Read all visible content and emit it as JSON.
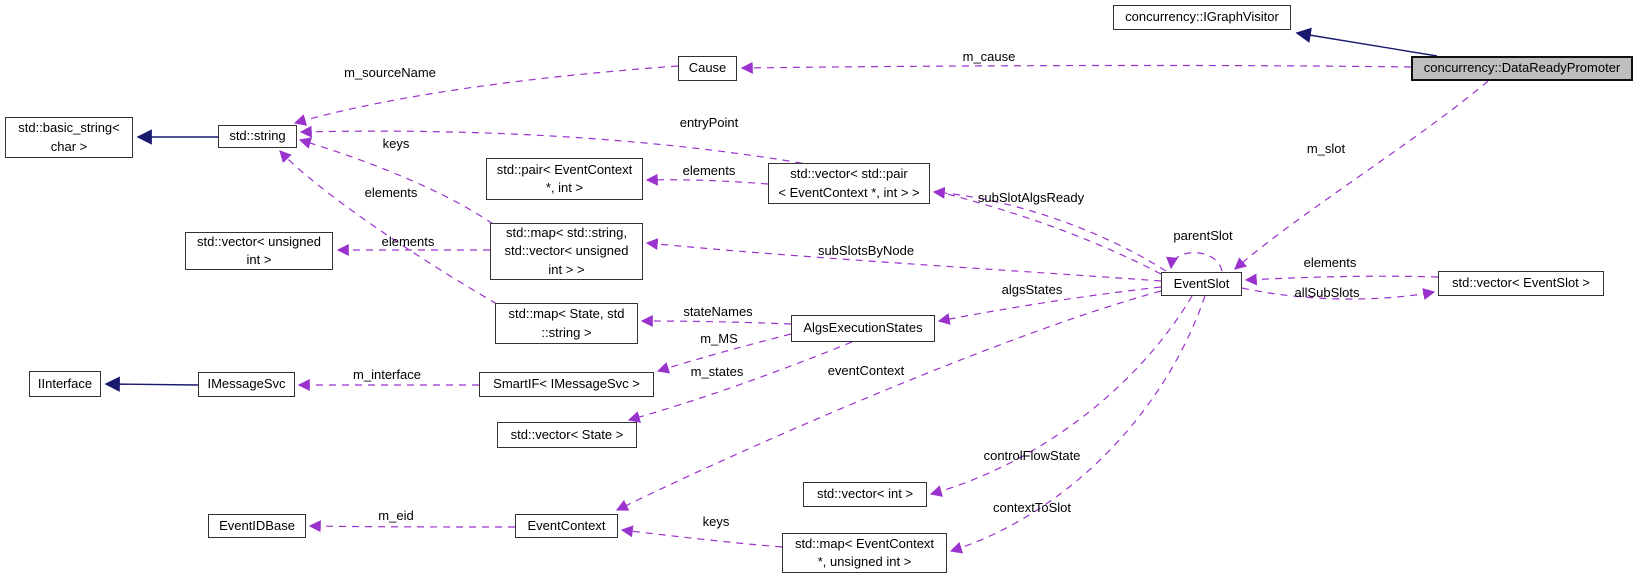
{
  "diagram": {
    "kind": "doxygen-collaboration-graph",
    "main_class": "concurrency::DataReadyPromoter",
    "colors": {
      "usage_edge": "#9a32cd",
      "inheritance_edge": "#191970",
      "node_border": "#323232",
      "node_fill": "#ffffff",
      "main_node_fill": "#bfbfbf",
      "background": "#ffffff"
    }
  },
  "nodes": [
    {
      "id": "std_basic_string",
      "label": "std::basic_string<\nchar >"
    },
    {
      "id": "std_string",
      "label": "std::string"
    },
    {
      "id": "cause",
      "label": "Cause"
    },
    {
      "id": "igraphvisitor",
      "label": "concurrency::IGraphVisitor"
    },
    {
      "id": "datareadypromoter",
      "label": "concurrency::DataReadyPromoter",
      "main": true
    },
    {
      "id": "std_pair_eventcontext_int",
      "label": "std::pair< EventContext\n*, int >"
    },
    {
      "id": "vector_pair_eventcontext_int",
      "label": "std::vector< std::pair\n< EventContext *, int > >"
    },
    {
      "id": "map_string_vector_unsigned",
      "label": "std::map< std::string,\nstd::vector< unsigned\nint > >"
    },
    {
      "id": "vector_unsigned_int",
      "label": "std::vector< unsigned\nint >"
    },
    {
      "id": "map_state_string",
      "label": "std::map< State, std\n::string >"
    },
    {
      "id": "algsexecutionstates",
      "label": "AlgsExecutionStates"
    },
    {
      "id": "iinterface",
      "label": "IInterface"
    },
    {
      "id": "imessagesvc",
      "label": "IMessageSvc"
    },
    {
      "id": "smartif_imessagesvc",
      "label": "SmartIF< IMessageSvc >"
    },
    {
      "id": "vector_state",
      "label": "std::vector< State >"
    },
    {
      "id": "eventslot",
      "label": "EventSlot"
    },
    {
      "id": "vector_eventslot",
      "label": "std::vector< EventSlot >"
    },
    {
      "id": "vector_int",
      "label": "std::vector< int >"
    },
    {
      "id": "map_eventcontext_unsigned",
      "label": "std::map< EventContext\n*, unsigned int >"
    },
    {
      "id": "eventidbase",
      "label": "EventIDBase"
    },
    {
      "id": "eventcontext",
      "label": "EventContext"
    }
  ],
  "edges": [
    {
      "label": "m_sourceName",
      "type": "usage",
      "from": "cause",
      "to": "std_string"
    },
    {
      "label": "m_cause",
      "type": "usage",
      "from": "datareadypromoter",
      "to": "cause"
    },
    {
      "label": "entryPoint",
      "type": "usage",
      "from": "eventslot",
      "to": "std_string"
    },
    {
      "label": "keys",
      "type": "usage",
      "from": "map_string_vector_unsigned",
      "to": "std_string"
    },
    {
      "label": "elements",
      "type": "usage",
      "from": "map_state_string",
      "to": "std_string"
    },
    {
      "label": "elements",
      "type": "usage",
      "from": "map_string_vector_unsigned",
      "to": "vector_unsigned_int"
    },
    {
      "label": "elements",
      "type": "usage",
      "from": "vector_pair_eventcontext_int",
      "to": "std_pair_eventcontext_int"
    },
    {
      "label": "subSlotAlgsReady",
      "type": "usage",
      "from": "eventslot",
      "to": "vector_pair_eventcontext_int"
    },
    {
      "label": "subSlotsByNode",
      "type": "usage",
      "from": "eventslot",
      "to": "map_string_vector_unsigned"
    },
    {
      "label": "algsStates",
      "type": "usage",
      "from": "eventslot",
      "to": "algsexecutionstates"
    },
    {
      "label": "stateNames",
      "type": "usage",
      "from": "algsexecutionstates",
      "to": "map_state_string"
    },
    {
      "label": "m_MS",
      "type": "usage",
      "from": "algsexecutionstates",
      "to": "smartif_imessagesvc"
    },
    {
      "label": "m_interface",
      "type": "usage",
      "from": "smartif_imessagesvc",
      "to": "imessagesvc"
    },
    {
      "label": "m_states",
      "type": "usage",
      "from": "algsexecutionstates",
      "to": "vector_state"
    },
    {
      "label": "eventContext",
      "type": "usage",
      "from": "eventslot",
      "to": "eventcontext"
    },
    {
      "label": "m_eid",
      "type": "usage",
      "from": "eventcontext",
      "to": "eventidbase"
    },
    {
      "label": "keys",
      "type": "usage",
      "from": "map_eventcontext_unsigned",
      "to": "eventcontext"
    },
    {
      "label": "controlFlowState",
      "type": "usage",
      "from": "eventslot",
      "to": "vector_int"
    },
    {
      "label": "contextToSlot",
      "type": "usage",
      "from": "eventslot",
      "to": "map_eventcontext_unsigned"
    },
    {
      "label": "m_slot",
      "type": "usage",
      "from": "datareadypromoter",
      "to": "eventslot"
    },
    {
      "label": "parentSlot",
      "type": "usage",
      "from": "eventslot",
      "to": "eventslot"
    },
    {
      "label": "elements",
      "type": "usage",
      "from": "vector_eventslot",
      "to": "eventslot"
    },
    {
      "label": "allSubSlots",
      "type": "usage",
      "from": "eventslot",
      "to": "vector_eventslot"
    },
    {
      "label": "",
      "type": "inheritance",
      "from": "std_string",
      "to": "std_basic_string"
    },
    {
      "label": "",
      "type": "inheritance",
      "from": "imessagesvc",
      "to": "iinterface"
    },
    {
      "label": "",
      "type": "inheritance",
      "from": "datareadypromoter",
      "to": "igraphvisitor"
    }
  ]
}
